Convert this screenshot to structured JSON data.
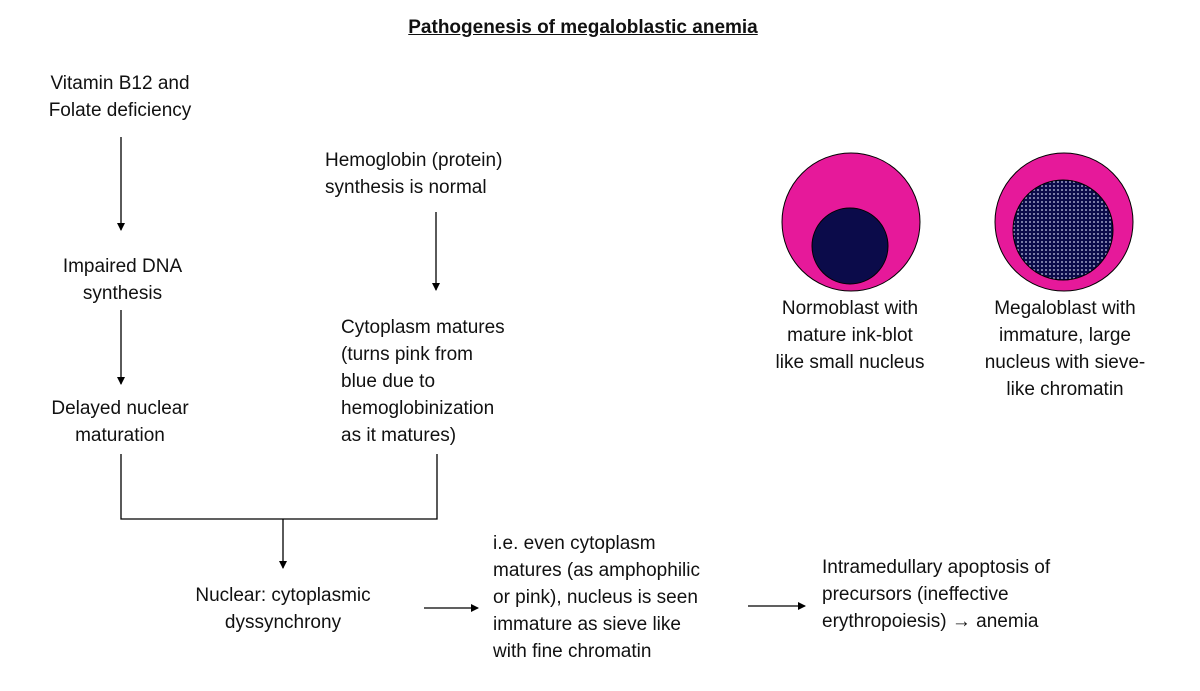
{
  "title": "Pathogenesis of megaloblastic anemia",
  "nodes": {
    "deficiency": "Vitamin B12 and\nFolate deficiency",
    "impaired_dna": "Impaired DNA\nsynthesis",
    "delayed_nuclear": "Delayed nuclear\nmaturation",
    "hemoglobin": "Hemoglobin (protein)\nsynthesis is normal",
    "cytoplasm": "Cytoplasm matures\n(turns pink from\nblue due to\nhemoglobinization\nas it matures)",
    "dyssynchrony": "Nuclear: cytoplasmic\ndyssynchrony",
    "ie_text": "i.e. even cytoplasm\nmatures (as amphophilic\nor pink), nucleus is seen\nimmature as sieve like\nwith fine chromatin",
    "apoptosis": "Intramedullary apoptosis of\nprecursors (ineffective\nerythropoiesis) → anemia"
  },
  "cells": {
    "normoblast_caption": "Normoblast with\nmature ink-blot\nlike small nucleus",
    "megaloblast_caption": "Megaloblast with\nimmature, large\nnucleus with sieve-\nlike chromatin"
  },
  "colors": {
    "cytoplasm": "#E6199A",
    "nucleus": "#0B0B4A",
    "megaloblast_nucleus_dot": "#C8CCE8",
    "line": "#000000"
  }
}
